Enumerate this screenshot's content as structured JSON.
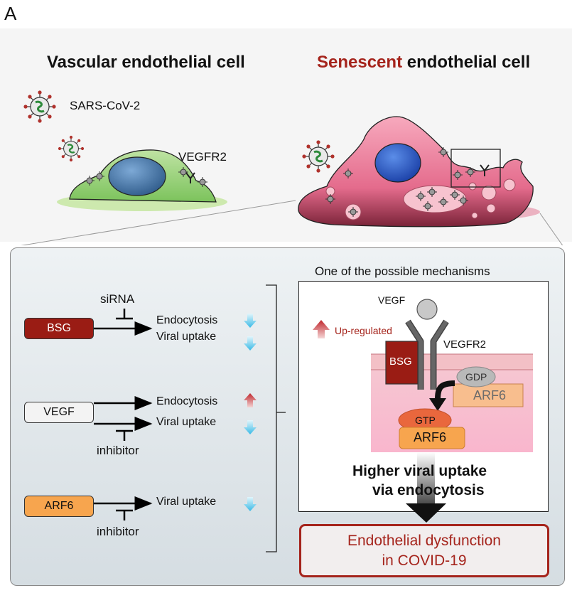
{
  "panel_letter": "A",
  "titles": {
    "left": "Vascular endothelial cell",
    "right_highlight": "Senescent",
    "right_rest": " endothelial cell"
  },
  "labels": {
    "virus": "SARS-CoV-2",
    "receptor": "VEGFR2"
  },
  "experiments": {
    "bsg": {
      "gene": "BSG",
      "modifier": "siRNA",
      "outcomes": [
        "Endocytosis",
        "Viral uptake"
      ],
      "changes": [
        "down",
        "down"
      ]
    },
    "vegf": {
      "gene": "VEGF",
      "modifier": "inhibitor",
      "outcomes": [
        "Endocytosis",
        "Viral uptake"
      ],
      "changes": [
        "up",
        "down"
      ]
    },
    "arf6": {
      "gene": "ARF6",
      "modifier": "inhibitor",
      "outcomes": [
        "Viral uptake"
      ],
      "changes": [
        "down"
      ]
    }
  },
  "mechanism": {
    "heading": "One of the possible mechanisms",
    "ligand": "VEGF",
    "legend": "Up-regulated",
    "receptor": "VEGFR2",
    "bsg": "BSG",
    "gdp": "GDP",
    "arf6_inactive": "ARF6",
    "gtp": "GTP",
    "arf6_active": "ARF6",
    "result_line1": "Higher viral uptake",
    "result_line2": "via endocytosis"
  },
  "outcome": {
    "line1": "Endothelial dysfunction",
    "line2": "in COVID-19"
  },
  "colors": {
    "senescent": "#a5241c",
    "bsg_fill": "#9a1c14",
    "arf6_fill": "#f7a54e",
    "gtp_fill": "#e9673d",
    "gdp_fill": "#b9b9b9",
    "arrow_up": "#c0272d",
    "arrow_down": "#38b9e6"
  }
}
